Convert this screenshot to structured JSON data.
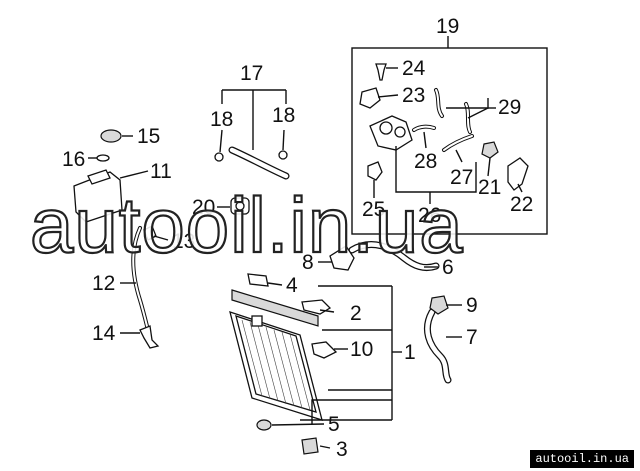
{
  "diagram": {
    "callouts": [
      {
        "id": "1",
        "label": "1"
      },
      {
        "id": "2",
        "label": "2"
      },
      {
        "id": "3",
        "label": "3"
      },
      {
        "id": "4",
        "label": "4"
      },
      {
        "id": "5",
        "label": "5"
      },
      {
        "id": "6",
        "label": "6"
      },
      {
        "id": "7",
        "label": "7"
      },
      {
        "id": "8",
        "label": "8"
      },
      {
        "id": "9",
        "label": "9"
      },
      {
        "id": "10",
        "label": "10"
      },
      {
        "id": "11",
        "label": "11"
      },
      {
        "id": "12",
        "label": "12"
      },
      {
        "id": "13",
        "label": "13"
      },
      {
        "id": "14",
        "label": "14"
      },
      {
        "id": "15",
        "label": "15"
      },
      {
        "id": "16",
        "label": "16"
      },
      {
        "id": "17",
        "label": "17"
      },
      {
        "id": "18a",
        "label": "18"
      },
      {
        "id": "18b",
        "label": "18"
      },
      {
        "id": "19",
        "label": "19"
      },
      {
        "id": "20",
        "label": "20"
      },
      {
        "id": "21",
        "label": "21"
      },
      {
        "id": "22",
        "label": "22"
      },
      {
        "id": "23",
        "label": "23"
      },
      {
        "id": "24",
        "label": "24"
      },
      {
        "id": "25",
        "label": "25"
      },
      {
        "id": "26",
        "label": "26"
      },
      {
        "id": "27",
        "label": "27"
      },
      {
        "id": "28",
        "label": "28"
      },
      {
        "id": "29",
        "label": "29"
      }
    ]
  },
  "watermark": {
    "text": "autooil.in.ua"
  },
  "source_tag": {
    "text": "autooil.in.ua"
  }
}
